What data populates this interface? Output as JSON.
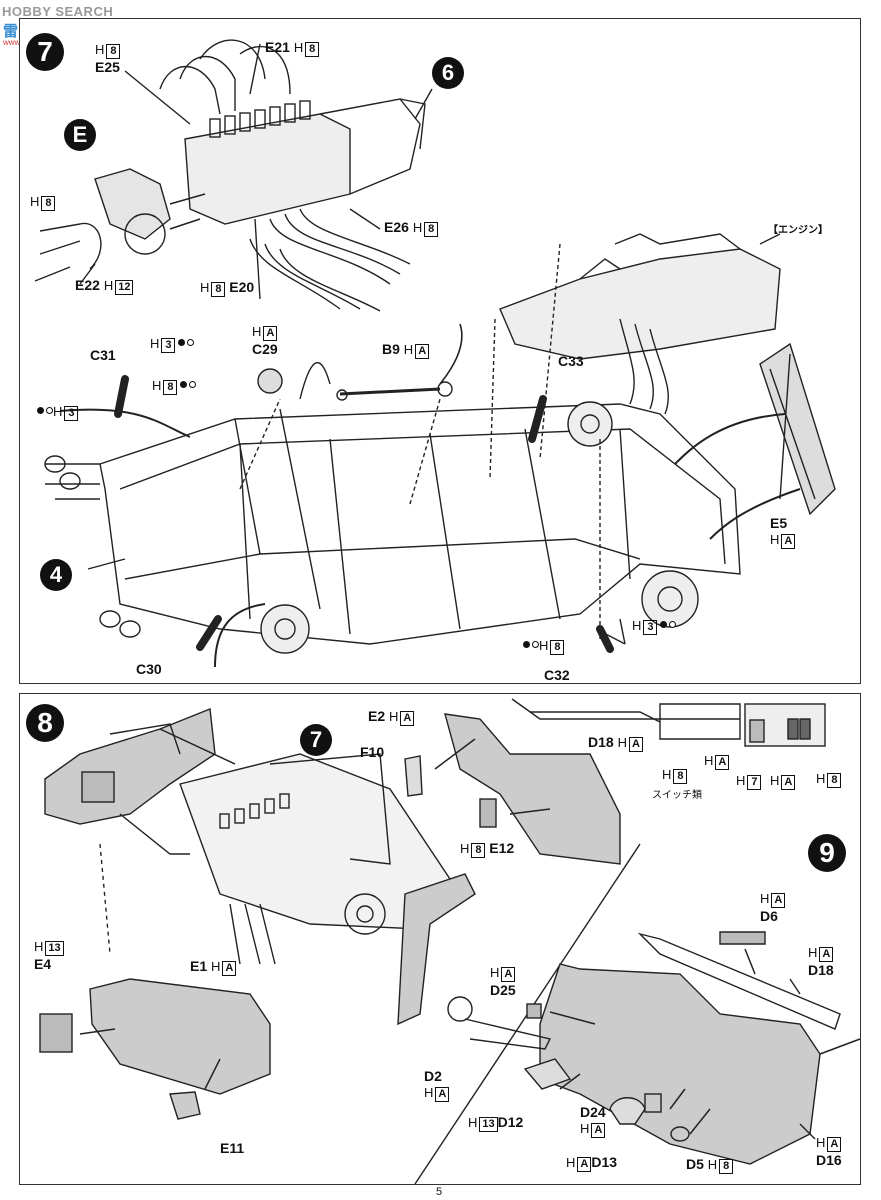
{
  "watermark": {
    "brand": "HOBBY SEARCH",
    "brand_cn": "雷",
    "url": "www.bb-shop.com"
  },
  "page_number": "5",
  "step7": {
    "number": "7",
    "sub_steps": {
      "s6": "6",
      "sE": "E",
      "s4": "4"
    },
    "labels": {
      "e25": "E25",
      "e25_h": "H",
      "e25_code": "8",
      "e21": "E21",
      "e21_h": "H",
      "e21_code": "8",
      "e26": "E26",
      "e26_h": "H",
      "e26_code": "8",
      "e20": "E20",
      "e20_h": "H",
      "e20_code": "8",
      "e22": "E22",
      "e22_h": "H",
      "e22_code": "12",
      "e_h": "H",
      "e_code": "8",
      "c29": "C29",
      "c29_h": "H",
      "c29_code": "A",
      "b9": "B9",
      "b9_h": "H",
      "b9_code": "A",
      "c31": "C31",
      "c31_h": "H",
      "c31_code": "3",
      "c31_h2": "H",
      "c31_code2": "8",
      "c31_h3": "H",
      "c31_code3": "3",
      "c33": "C33",
      "engine_note": "【エンジン】",
      "e5": "E5",
      "e5_h": "H",
      "e5_code": "A",
      "c32": "C32",
      "c32_h": "H",
      "c32_code": "3",
      "c32_h2": "H",
      "c32_code2": "8",
      "c30": "C30"
    }
  },
  "step8": {
    "number": "8",
    "sub_step": "7",
    "labels": {
      "e2": "E2",
      "e2_h": "H",
      "e2_code": "A",
      "f10": "F10",
      "e12": "E12",
      "e12_h": "H",
      "e12_code": "8",
      "e4": "E4",
      "e4_h": "H",
      "e4_code": "13",
      "e1": "E1",
      "e1_h": "H",
      "e1_code": "A",
      "e11": "E11"
    }
  },
  "step9": {
    "number": "9",
    "labels": {
      "d18_top": "D18",
      "d18_top_h": "H",
      "d18_top_code": "A",
      "switch_h": "H",
      "switch_code": "8",
      "switch_note": "スイッチ類",
      "dash_h1": "H",
      "dash_c1": "A",
      "dash_h2": "H",
      "dash_c2": "7",
      "dash_h3": "H",
      "dash_c3": "A",
      "dash_h4": "H",
      "dash_c4": "8",
      "d6": "D6",
      "d6_h": "H",
      "d6_code": "A",
      "d18": "D18",
      "d18_h": "H",
      "d18_code": "A",
      "d25": "D25",
      "d25_h": "H",
      "d25_code": "A",
      "d2": "D2",
      "d2_h": "H",
      "d2_code": "A",
      "d12": "D12",
      "d12_h": "H",
      "d12_code": "13",
      "d24": "D24",
      "d24_h": "H",
      "d24_code": "A",
      "d13": "D13",
      "d13_h": "H",
      "d13_code": "A",
      "d5": "D5",
      "d5_h": "H",
      "d5_code": "8",
      "d16": "D16",
      "d16_h": "H",
      "d16_code": "A"
    }
  }
}
